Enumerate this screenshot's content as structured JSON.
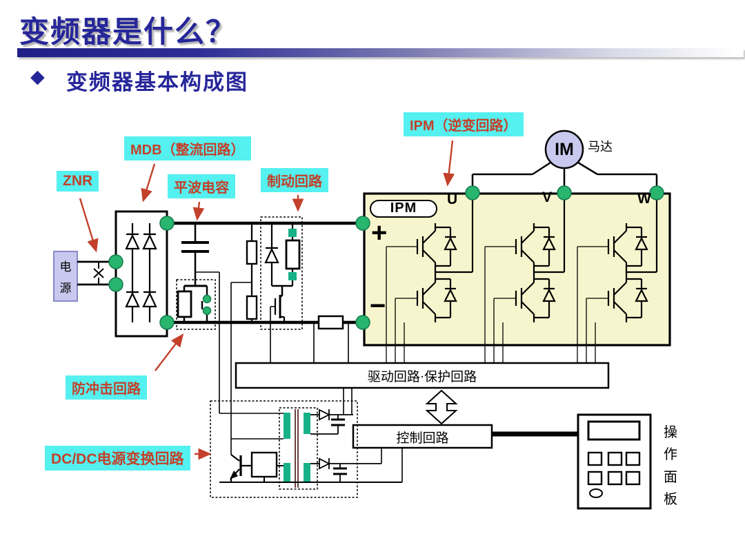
{
  "slide": {
    "title": "变频器是什么？",
    "bullet": "◆",
    "heading": "变频器基本构成图"
  },
  "labels": {
    "znr": "ZNR",
    "mdb": "MDB（整流回路）",
    "smoothing_cap": "平波电容",
    "brake": "制动回路",
    "ipm": "IPM（逆变回路）",
    "inrush": "防冲击回路",
    "dcdc": "DC/DC电源变换回路"
  },
  "diagram": {
    "power_source": "电源",
    "ipm_tag": "IPM",
    "motor": "IM",
    "motor_label": "马达",
    "phase_u": "U",
    "phase_v": "V",
    "phase_w": "W",
    "plus": "+",
    "minus": "−",
    "drive_box": "驱动回路·保护回路",
    "control_box": "控制回路",
    "panel_label": "操作面板"
  },
  "colors": {
    "title_blue": "#26269a",
    "tag_bg": "#55f0f0",
    "tag_text": "#c3402a",
    "ipm_fill": "#f7f5cd",
    "motor_fill": "#c9c9ef",
    "node_green": "#28b56e",
    "arrow_red": "#c3402a"
  }
}
